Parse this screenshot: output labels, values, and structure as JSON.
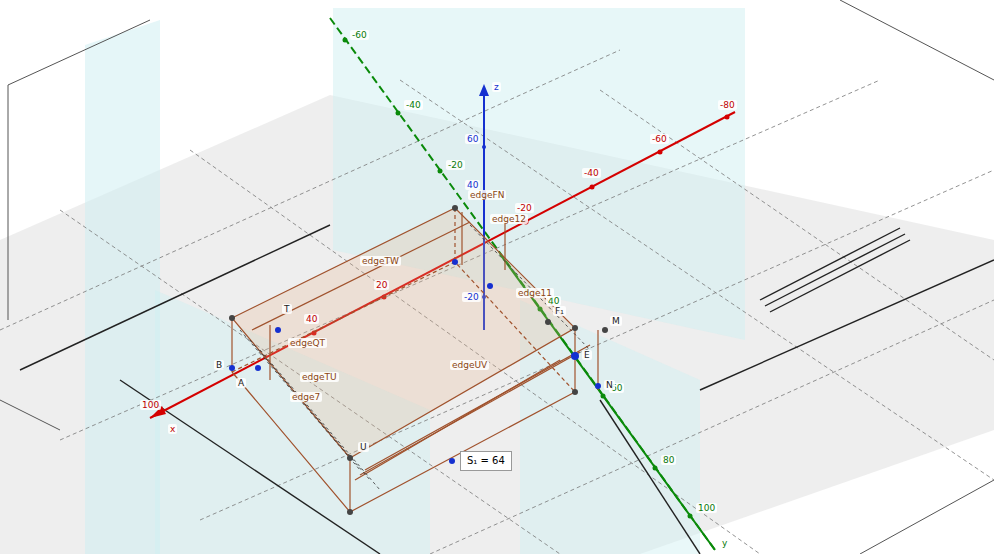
{
  "diagram": {
    "nodes": [
      {
        "text": [
          "S₁ = 64"
        ]
      }
    ],
    "labels": [
      "-80",
      "-60",
      "-40",
      "-20",
      "20",
      "40",
      "100",
      "x",
      "-60",
      "-40",
      "-20",
      "40",
      "60",
      "80",
      "100",
      "y",
      "60",
      "40",
      "-20",
      "z",
      "A",
      "B",
      "T",
      "U",
      "E",
      "F₁",
      "M",
      "N",
      "edgeTW",
      "edgeTU",
      "edge7",
      "edgeFN",
      "edge11",
      "edge12",
      "edgeUV",
      "edgeQT"
    ]
  }
}
